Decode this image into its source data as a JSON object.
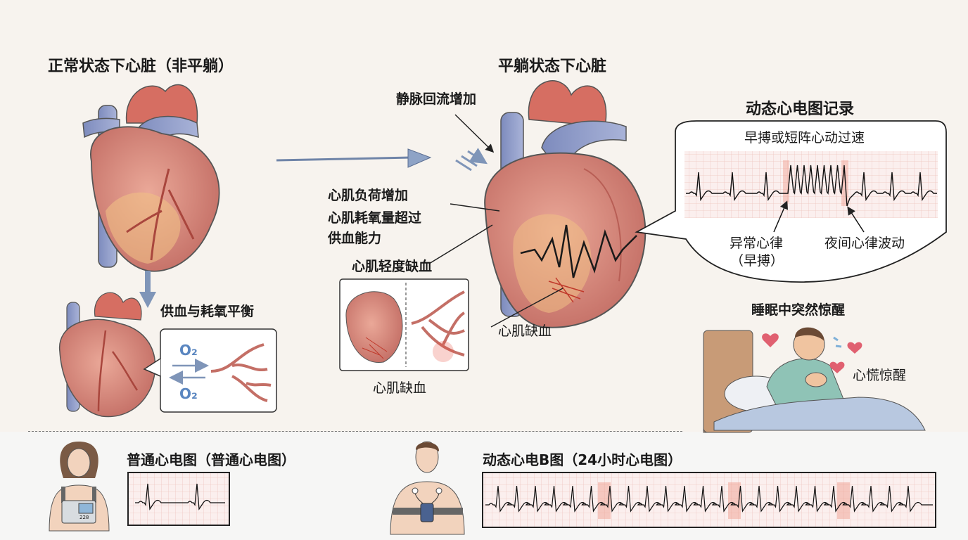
{
  "titles": {
    "normal_heart": "正常状态下心脏（非平躺）",
    "supine_heart": "平躺状态下心脏",
    "holter_record": "动态心电图记录",
    "sleep_wake": "睡眠中突然惊醒"
  },
  "labels": {
    "venous_return": "静脉回流增加",
    "load_increase": "心肌负荷增加",
    "oxygen_exceed": "心肌耗氧量超过",
    "supply_capacity": "供血能力",
    "mild_ischemia": "心肌轻度缺血",
    "inset_ischemia": "心肌缺血",
    "ischemia": "心肌缺血",
    "balance": "供血与耗氧平衡",
    "o2_top": "O₂",
    "o2_bottom": "O₂",
    "palpitation": "心慌惊醒"
  },
  "bubble": {
    "title": "早搏或短阵心动过速",
    "arrhythmia": "异常心律",
    "premature": "（早搏）",
    "night_fluctuation": "夜间心律波动"
  },
  "bottom": {
    "standard_ecg": "普通心电图（普通心电图）",
    "holter_ecg": "动态心电B图（24小时心电图）",
    "device_display": "228"
  },
  "colors": {
    "heart": "#d9877a",
    "heart_dark": "#b85e55",
    "vessel_blue": "#8c98c4",
    "ecg_grid": "#f1c9c4",
    "highlight": "#f0a090",
    "arrow_blue": "#7f95b8"
  }
}
